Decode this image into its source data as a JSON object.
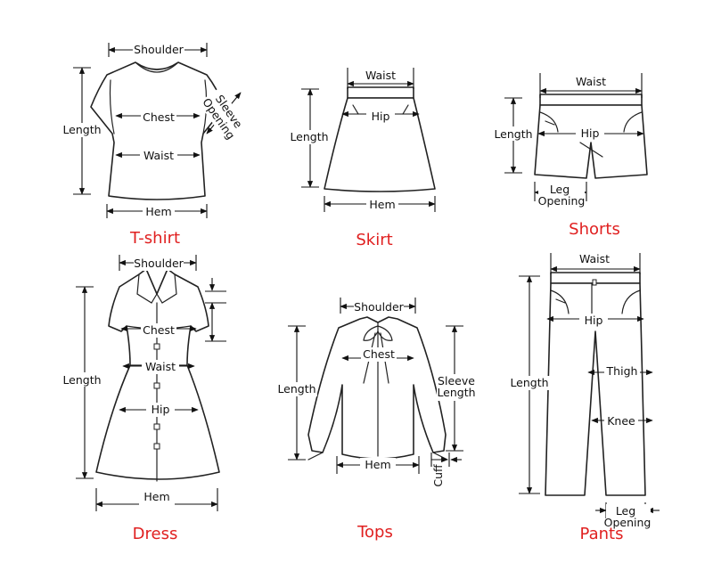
{
  "colors": {
    "title": "#e02020",
    "line": "#222222",
    "background": "#ffffff"
  },
  "tshirt": {
    "title": "T-shirt",
    "labels": {
      "shoulder": "Shoulder",
      "length": "Length",
      "chest": "Chest",
      "waist": "Waist",
      "hem": "Hem",
      "sleeve_opening_1": "Sleeve",
      "sleeve_opening_2": "Opening"
    }
  },
  "skirt": {
    "title": "Skirt",
    "labels": {
      "waist": "Waist",
      "hip": "Hip",
      "length": "Length",
      "hem": "Hem"
    }
  },
  "shorts": {
    "title": "Shorts",
    "labels": {
      "waist": "Waist",
      "hip": "Hip",
      "length": "Length",
      "leg_opening_1": "Leg",
      "leg_opening_2": "Opening"
    }
  },
  "dress": {
    "title": "Dress",
    "labels": {
      "shoulder": "Shoulder",
      "chest": "Chest",
      "waist": "Waist",
      "hip": "Hip",
      "length": "Length",
      "hem": "Hem"
    }
  },
  "tops": {
    "title": "Tops",
    "labels": {
      "shoulder": "Shoulder",
      "chest": "Chest",
      "length": "Length",
      "sleeve_length_1": "Sleeve",
      "sleeve_length_2": "Length",
      "hem": "Hem",
      "cuff": "Cuff"
    }
  },
  "pants": {
    "title": "Pants",
    "labels": {
      "waist": "Waist",
      "hip": "Hip",
      "length": "Length",
      "thigh": "Thigh",
      "knee": "Knee",
      "leg_opening_1": "Leg",
      "leg_opening_2": "Opening"
    }
  }
}
